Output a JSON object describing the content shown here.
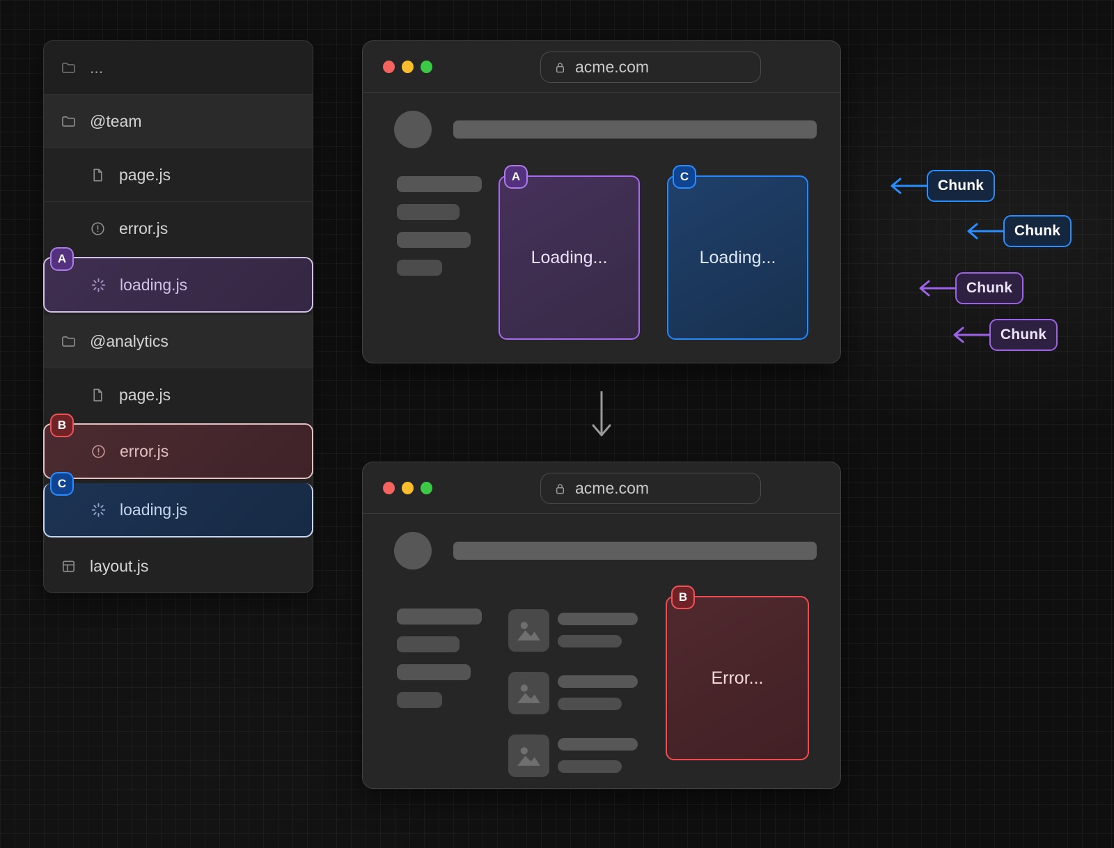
{
  "colors": {
    "purple": "#a768f2",
    "blue": "#2289ff",
    "red": "#ef4b50",
    "traffic_red": "#f4635e",
    "traffic_yellow": "#f9bd2e",
    "traffic_green": "#3ec848"
  },
  "file_tree": {
    "items": [
      {
        "label": "...",
        "icon": "folder-icon"
      },
      {
        "label": "@team",
        "icon": "folder-icon"
      },
      {
        "label": "page.js",
        "icon": "file-icon",
        "indent": true
      },
      {
        "label": "error.js",
        "icon": "alert-icon",
        "indent": true
      },
      {
        "label": "loading.js",
        "icon": "spinner-icon",
        "indent": true,
        "badge": "A",
        "highlight": "purple"
      },
      {
        "label": "@analytics",
        "icon": "folder-icon"
      },
      {
        "label": "page.js",
        "icon": "file-icon",
        "indent": true
      },
      {
        "label": "error.js",
        "icon": "alert-icon",
        "indent": true,
        "badge": "B",
        "highlight": "red"
      },
      {
        "label": "loading.js",
        "icon": "spinner-icon",
        "indent": true,
        "badge": "C",
        "highlight": "blue"
      },
      {
        "label": "layout.js",
        "icon": "layout-icon"
      }
    ]
  },
  "browser_top": {
    "url": "acme.com",
    "cards": [
      {
        "badge": "A",
        "text": "Loading...",
        "color": "purple"
      },
      {
        "badge": "C",
        "text": "Loading...",
        "color": "blue"
      }
    ]
  },
  "browser_bottom": {
    "url": "acme.com",
    "error_card": {
      "badge": "B",
      "text": "Error...",
      "color": "red"
    }
  },
  "chunks": [
    {
      "label": "Chunk",
      "color": "blue"
    },
    {
      "label": "Chunk",
      "color": "blue"
    },
    {
      "label": "Chunk",
      "color": "purple"
    },
    {
      "label": "Chunk",
      "color": "purple"
    }
  ]
}
